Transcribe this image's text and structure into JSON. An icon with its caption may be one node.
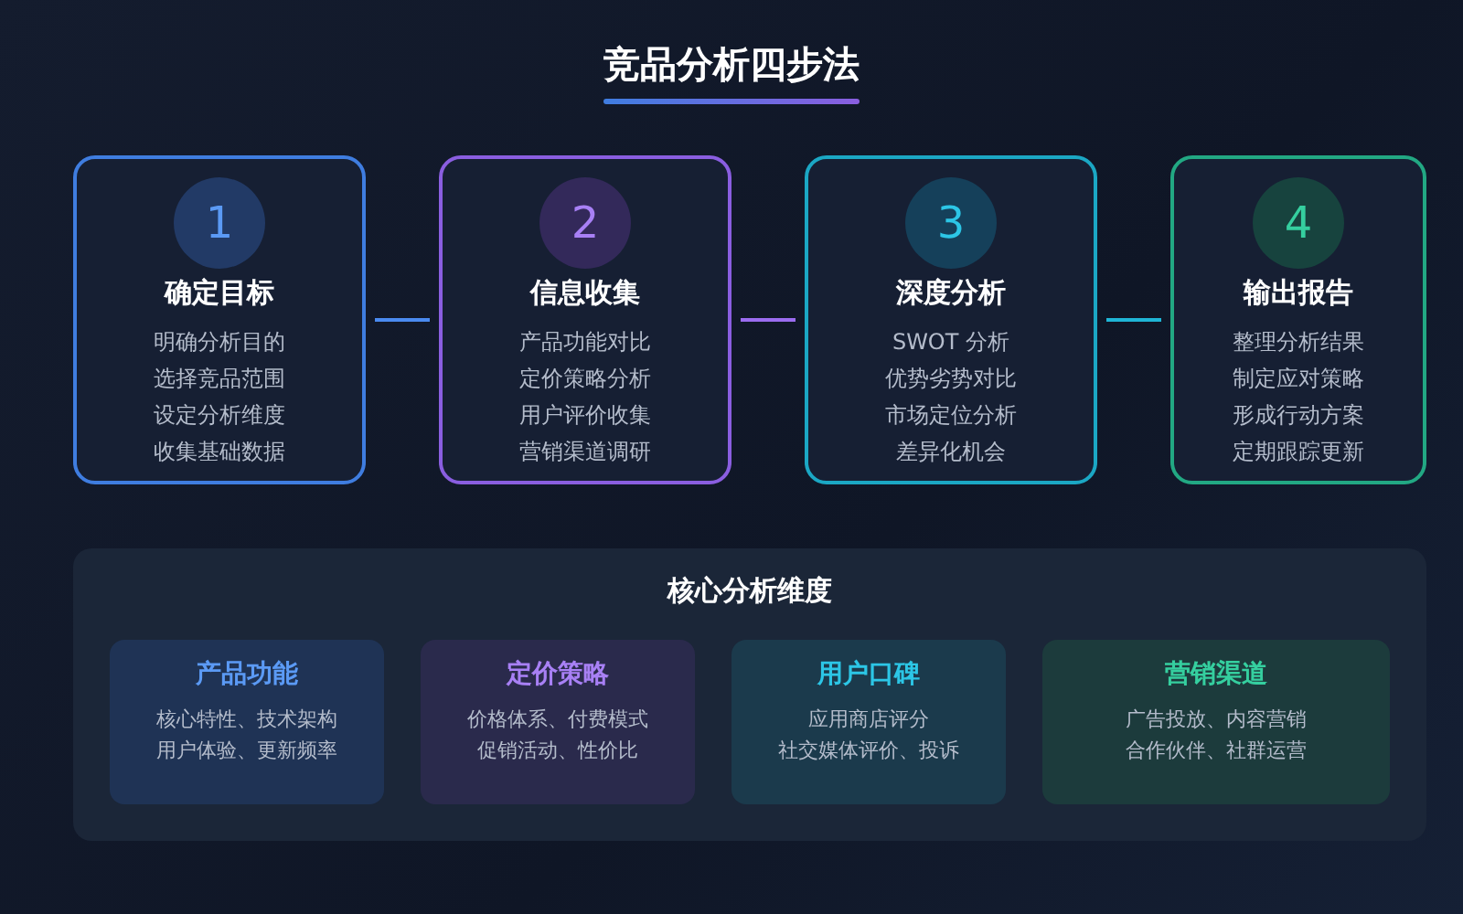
{
  "diagram": {
    "title": "竞品分析四步法",
    "nodes": [
      {
        "text": [
          "1",
          "确定目标",
          "明确分析目的",
          "选择竞品范围",
          "设定分析维度",
          "收集基础数据"
        ]
      },
      {
        "text": [
          "2",
          "信息收集",
          "产品功能对比",
          "定价策略分析",
          "用户评价收集",
          "营销渠道调研"
        ]
      },
      {
        "text": [
          "3",
          "深度分析",
          "SWOT 分析",
          "优势劣势对比",
          "市场定位分析",
          "差异化机会"
        ]
      },
      {
        "text": [
          "4",
          "输出报告",
          "整理分析结果",
          "制定应对策略",
          "形成行动方案",
          "定期跟踪更新"
        ]
      },
      {
        "text": [
          "核心分析维度"
        ]
      },
      {
        "text": [
          "产品功能",
          "核心特性、技术架构",
          "用户体验、更新频率"
        ],
        "in": 4
      },
      {
        "text": [
          "定价策略",
          "价格体系、付费模式",
          "促销活动、性价比"
        ],
        "in": 4
      },
      {
        "text": [
          "用户口碑",
          "应用商店评分",
          "社交媒体评价、投诉"
        ],
        "in": 4
      },
      {
        "text": [
          "营销渠道",
          "广告投放、内容营销",
          "合作伙伴、社群运营"
        ],
        "in": 4
      }
    ],
    "edges": [
      {
        "from": 0,
        "to": 1,
        "arrow": "none",
        "color": "#4a8af0"
      },
      {
        "from": 1,
        "to": 2,
        "arrow": "none",
        "color": "#9b6cf0"
      },
      {
        "from": 2,
        "to": 3,
        "arrow": "none",
        "color": "#1fb5d6"
      }
    ]
  }
}
